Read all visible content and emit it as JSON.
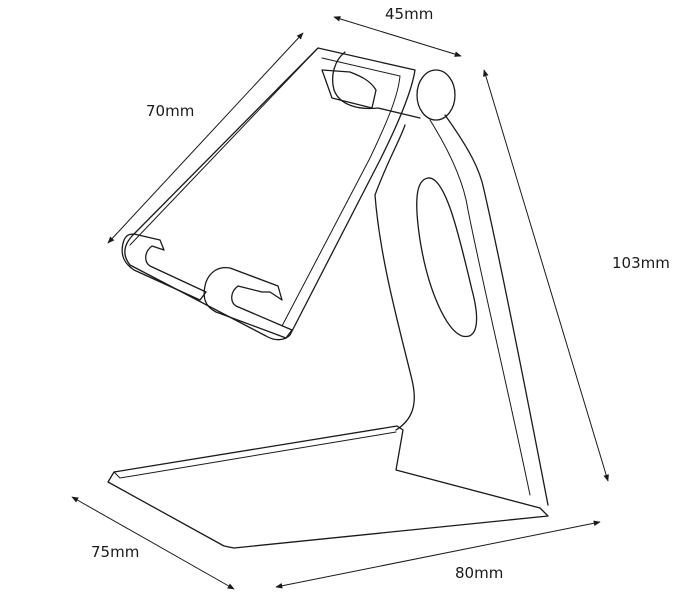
{
  "dimensions": {
    "width": "45mm",
    "depth": "70mm",
    "height": "103mm",
    "base_depth": "75mm",
    "base_width": "80mm"
  },
  "colors": {
    "line": "#1a1a1a",
    "background": "#ffffff"
  }
}
